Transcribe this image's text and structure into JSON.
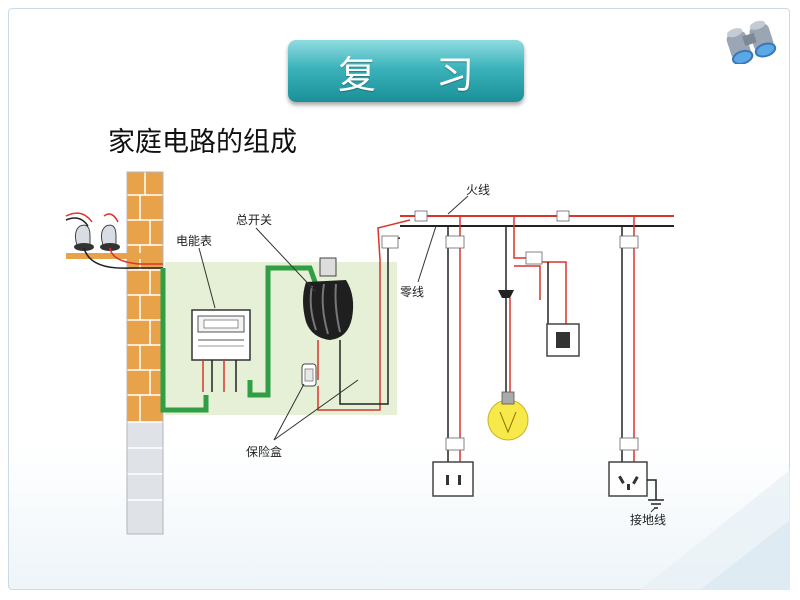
{
  "slide": {
    "title": "复 习",
    "subtitle": "家庭电路的组成"
  },
  "diagram_labels": {
    "meter": "电能表",
    "main_switch": "总开关",
    "fire_wire": "火线",
    "neutral_wire": "零线",
    "fuse_box": "保险盒",
    "ground_wire": "接地线"
  },
  "icons": {
    "corner": "binoculars-icon"
  },
  "colors": {
    "title_bg": "#2aa6ae",
    "fire_wire": "#d9352b",
    "ground_cable": "#2f9e44",
    "panel_bg": "#e6f0d6",
    "wall_brick": "#e8a24a"
  }
}
